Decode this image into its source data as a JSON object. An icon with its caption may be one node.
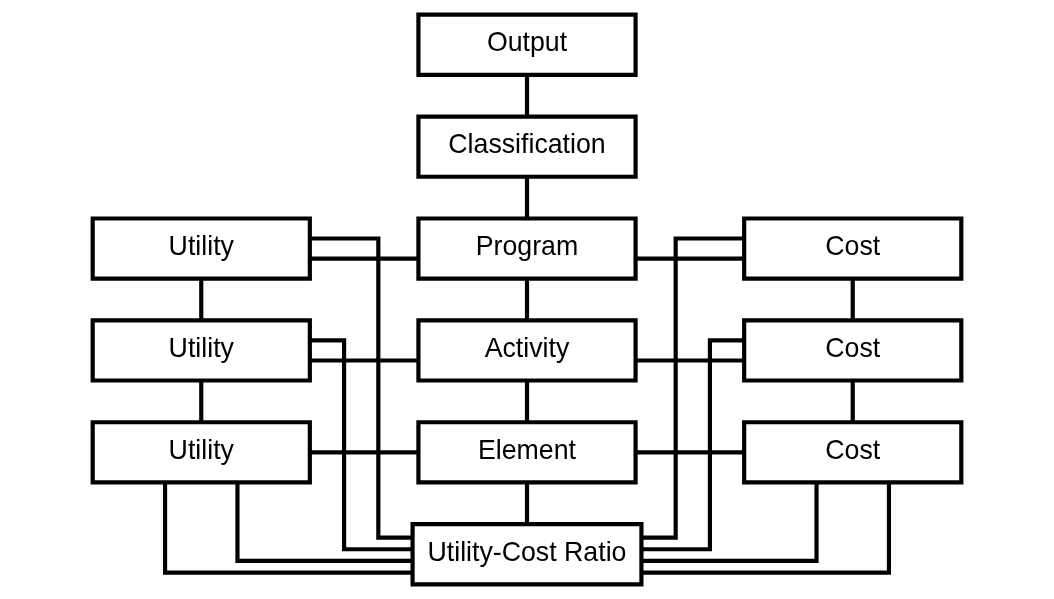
{
  "diagram": {
    "nodes": [
      {
        "text": [
          "Output"
        ]
      },
      {
        "text": [
          "Classification"
        ]
      },
      {
        "text": [
          "Utility"
        ]
      },
      {
        "text": [
          "Program"
        ]
      },
      {
        "text": [
          "Cost"
        ]
      },
      {
        "text": [
          "Utility"
        ]
      },
      {
        "text": [
          "Activity"
        ]
      },
      {
        "text": [
          "Cost"
        ]
      },
      {
        "text": [
          "Utility"
        ]
      },
      {
        "text": [
          "Element"
        ]
      },
      {
        "text": [
          "Cost"
        ]
      },
      {
        "text": [
          "Utility-Cost Ratio"
        ]
      }
    ],
    "edges": [
      {
        "from": 0,
        "to": 1,
        "arrow": "none"
      },
      {
        "from": 1,
        "to": 3,
        "arrow": "none"
      },
      {
        "from": 2,
        "to": 3,
        "arrow": "none"
      },
      {
        "from": 3,
        "to": 4,
        "arrow": "none"
      },
      {
        "from": 2,
        "to": 5,
        "arrow": "none"
      },
      {
        "from": 3,
        "to": 6,
        "arrow": "none"
      },
      {
        "from": 4,
        "to": 7,
        "arrow": "none"
      },
      {
        "from": 5,
        "to": 6,
        "arrow": "none"
      },
      {
        "from": 6,
        "to": 7,
        "arrow": "none"
      },
      {
        "from": 5,
        "to": 8,
        "arrow": "none"
      },
      {
        "from": 6,
        "to": 9,
        "arrow": "none"
      },
      {
        "from": 7,
        "to": 10,
        "arrow": "none"
      },
      {
        "from": 8,
        "to": 9,
        "arrow": "none"
      },
      {
        "from": 9,
        "to": 10,
        "arrow": "none"
      },
      {
        "from": 9,
        "to": 11,
        "arrow": "none"
      },
      {
        "from": 8,
        "to": 11,
        "arrow": "none"
      },
      {
        "from": 10,
        "to": 11,
        "arrow": "none"
      },
      {
        "from": 2,
        "to": 11,
        "arrow": "none"
      },
      {
        "from": 5,
        "to": 11,
        "arrow": "none"
      },
      {
        "from": 8,
        "to": 11,
        "arrow": "none"
      },
      {
        "from": 4,
        "to": 11,
        "arrow": "none"
      },
      {
        "from": 7,
        "to": 11,
        "arrow": "none"
      },
      {
        "from": 10,
        "to": 11,
        "arrow": "none"
      }
    ]
  }
}
